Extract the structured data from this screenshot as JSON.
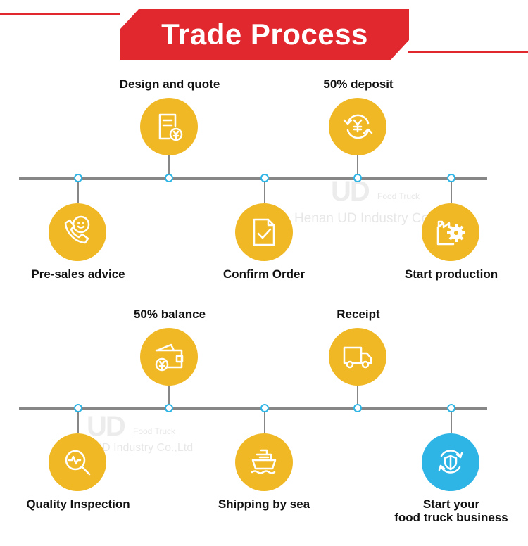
{
  "title": "Trade Process",
  "colors": {
    "accent_red": "#e0282e",
    "step_yellow": "#f0b825",
    "final_blue": "#2eb5e6",
    "line_gray": "#878787"
  },
  "row1": {
    "above": [
      {
        "label": "Design and quote",
        "icon": "quote-document-icon"
      },
      {
        "label": "50% deposit",
        "icon": "deposit-cycle-icon"
      }
    ],
    "below": [
      {
        "label": "Pre-sales advice",
        "icon": "phone-smile-icon"
      },
      {
        "label": "Confirm Order",
        "icon": "confirm-document-icon"
      },
      {
        "label": "Start production",
        "icon": "factory-gear-icon"
      }
    ]
  },
  "row2": {
    "above": [
      {
        "label": "50% balance",
        "icon": "wallet-icon"
      },
      {
        "label": "Receipt",
        "icon": "delivery-truck-icon"
      }
    ],
    "below": [
      {
        "label": "Quality Inspection",
        "icon": "magnifier-icon"
      },
      {
        "label": "Shipping by sea",
        "icon": "ship-icon"
      },
      {
        "label_line1": "Start your",
        "label_line2": "food truck business",
        "icon": "shield-refresh-icon"
      }
    ]
  },
  "watermark": {
    "logo": "UD",
    "logo_sub": "Food Truck",
    "company": "Henan UD Industry Co.,Ltd"
  }
}
